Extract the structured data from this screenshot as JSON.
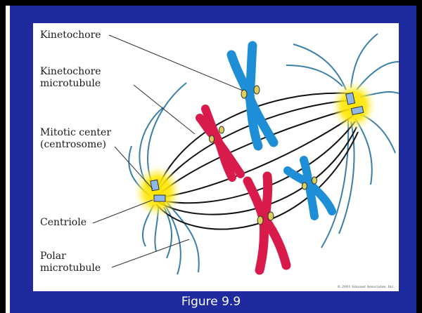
{
  "figure": {
    "caption": "Figure 9.9",
    "copyright": "© 2001 Sinauer Associates, Inc.",
    "labels": {
      "kinetochore": "Kinetochore",
      "kinetochore_microtubule_1": "Kinetochore",
      "kinetochore_microtubule_2": "microtubule",
      "mitotic_center_1": "Mitotic center",
      "mitotic_center_2": "(centrosome)",
      "centriole": "Centriole",
      "polar_microtubule_1": "Polar",
      "polar_microtubule_2": "microtubule"
    },
    "colors": {
      "slide_background": "#1f2a9e",
      "chromosome_blue": "#1e8fd6",
      "chromosome_red": "#d81b4a",
      "centrosome_glow": "#ffe600",
      "centriole": "#8fb8e8",
      "kinetochore": "#d9cf5a",
      "spindle_fiber": "#111111",
      "astral_fiber": "#3a7fa8"
    }
  }
}
